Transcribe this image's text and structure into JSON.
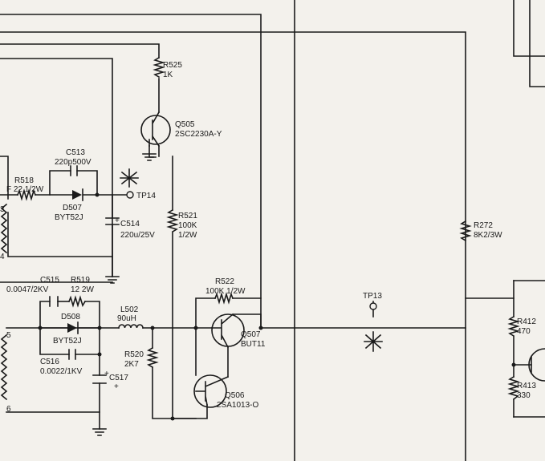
{
  "components": {
    "r525": {
      "ref": "R525",
      "value": "1K"
    },
    "q505": {
      "ref": "Q505",
      "part": "2SC2230A-Y"
    },
    "c513": {
      "ref": "C513",
      "value": "220p500V"
    },
    "r518": {
      "ref": "R518",
      "value": "F 22 1/2W"
    },
    "d507": {
      "ref": "D507",
      "part": "BYT52J"
    },
    "tp14": {
      "ref": "TP14"
    },
    "c514": {
      "ref": "C514",
      "value": "220u/25V"
    },
    "r521": {
      "ref": "R521",
      "value1": "100K",
      "value2": "1/2W"
    },
    "r272": {
      "ref": "R272",
      "value": "8K2/3W"
    },
    "c515": {
      "ref": "C515",
      "value": "0.0047/2KV"
    },
    "r519": {
      "ref": "R519",
      "value": "12 2W"
    },
    "d508": {
      "ref": "D508",
      "part": "BYT52J"
    },
    "c516": {
      "ref": "C516",
      "value": "0.0022/1KV"
    },
    "l502": {
      "ref": "L502",
      "value": "90uH"
    },
    "r522": {
      "ref": "R522",
      "value": "100K 1/2W"
    },
    "tp13": {
      "ref": "TP13"
    },
    "q507": {
      "ref": "Q507",
      "part": "BUT11"
    },
    "r520": {
      "ref": "R520",
      "value": "2K7"
    },
    "c517": {
      "ref": "C517"
    },
    "q506": {
      "ref": "Q506",
      "part": "2SA1013-O"
    },
    "r412": {
      "ref": "R412",
      "value": "470"
    },
    "r413": {
      "ref": "R413",
      "value": "330"
    }
  },
  "pins": [
    "3",
    "4",
    "5",
    "6"
  ],
  "marks": {
    "plus": "+",
    "small_plus": "+"
  }
}
